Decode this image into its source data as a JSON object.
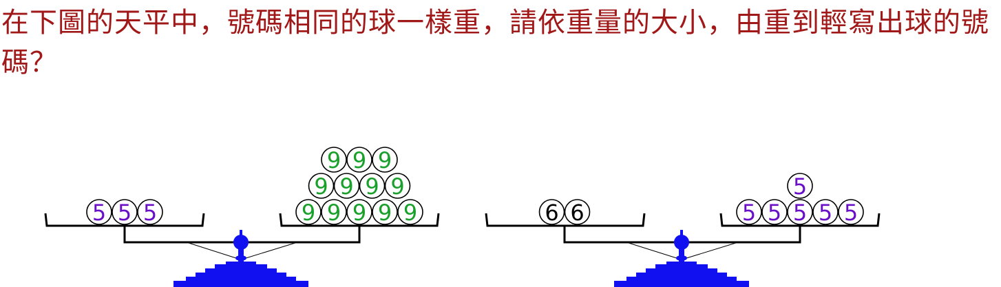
{
  "question": {
    "text": "在下圖的天平中，號碼相同的球一樣重，請依重量的大小，由重到輕寫出球的號碼？"
  },
  "colors": {
    "question_text": "#a01818",
    "scale": "#1010f0",
    "outline": "#000000",
    "ball_fill": "#ffffff",
    "digit_5": "#6a0fc8",
    "digit_9": "#18a02a",
    "digit_6": "#000000"
  },
  "scales": [
    {
      "name": "scale-left",
      "left_pan": {
        "balls": [
          [
            "5",
            "5",
            "5"
          ]
        ]
      },
      "right_pan": {
        "balls": [
          [
            "9",
            "9",
            "9",
            "9",
            "9"
          ],
          [
            "9",
            "9",
            "9",
            "9"
          ],
          [
            "9",
            "9",
            "9"
          ]
        ]
      }
    },
    {
      "name": "scale-right",
      "left_pan": {
        "balls": [
          [
            "6",
            "6"
          ]
        ]
      },
      "right_pan": {
        "balls": [
          [
            "5",
            "5",
            "5",
            "5",
            "5"
          ],
          [
            "5"
          ]
        ]
      }
    }
  ]
}
